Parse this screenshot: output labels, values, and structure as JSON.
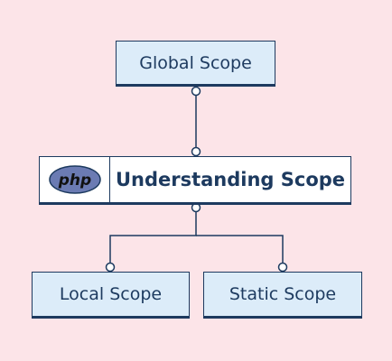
{
  "diagram": {
    "root": {
      "label": "Global Scope"
    },
    "center": {
      "label": "Understanding Scope",
      "logo_text": "php"
    },
    "children": [
      {
        "label": "Local Scope"
      },
      {
        "label": "Static Scope"
      }
    ]
  },
  "colors": {
    "background": "#fce4e8",
    "node_fill": "#dcecf9",
    "center_fill": "#ffffff",
    "border": "#1d3a5f",
    "text": "#1d3a5f",
    "php_logo": "#6b7bb3"
  }
}
